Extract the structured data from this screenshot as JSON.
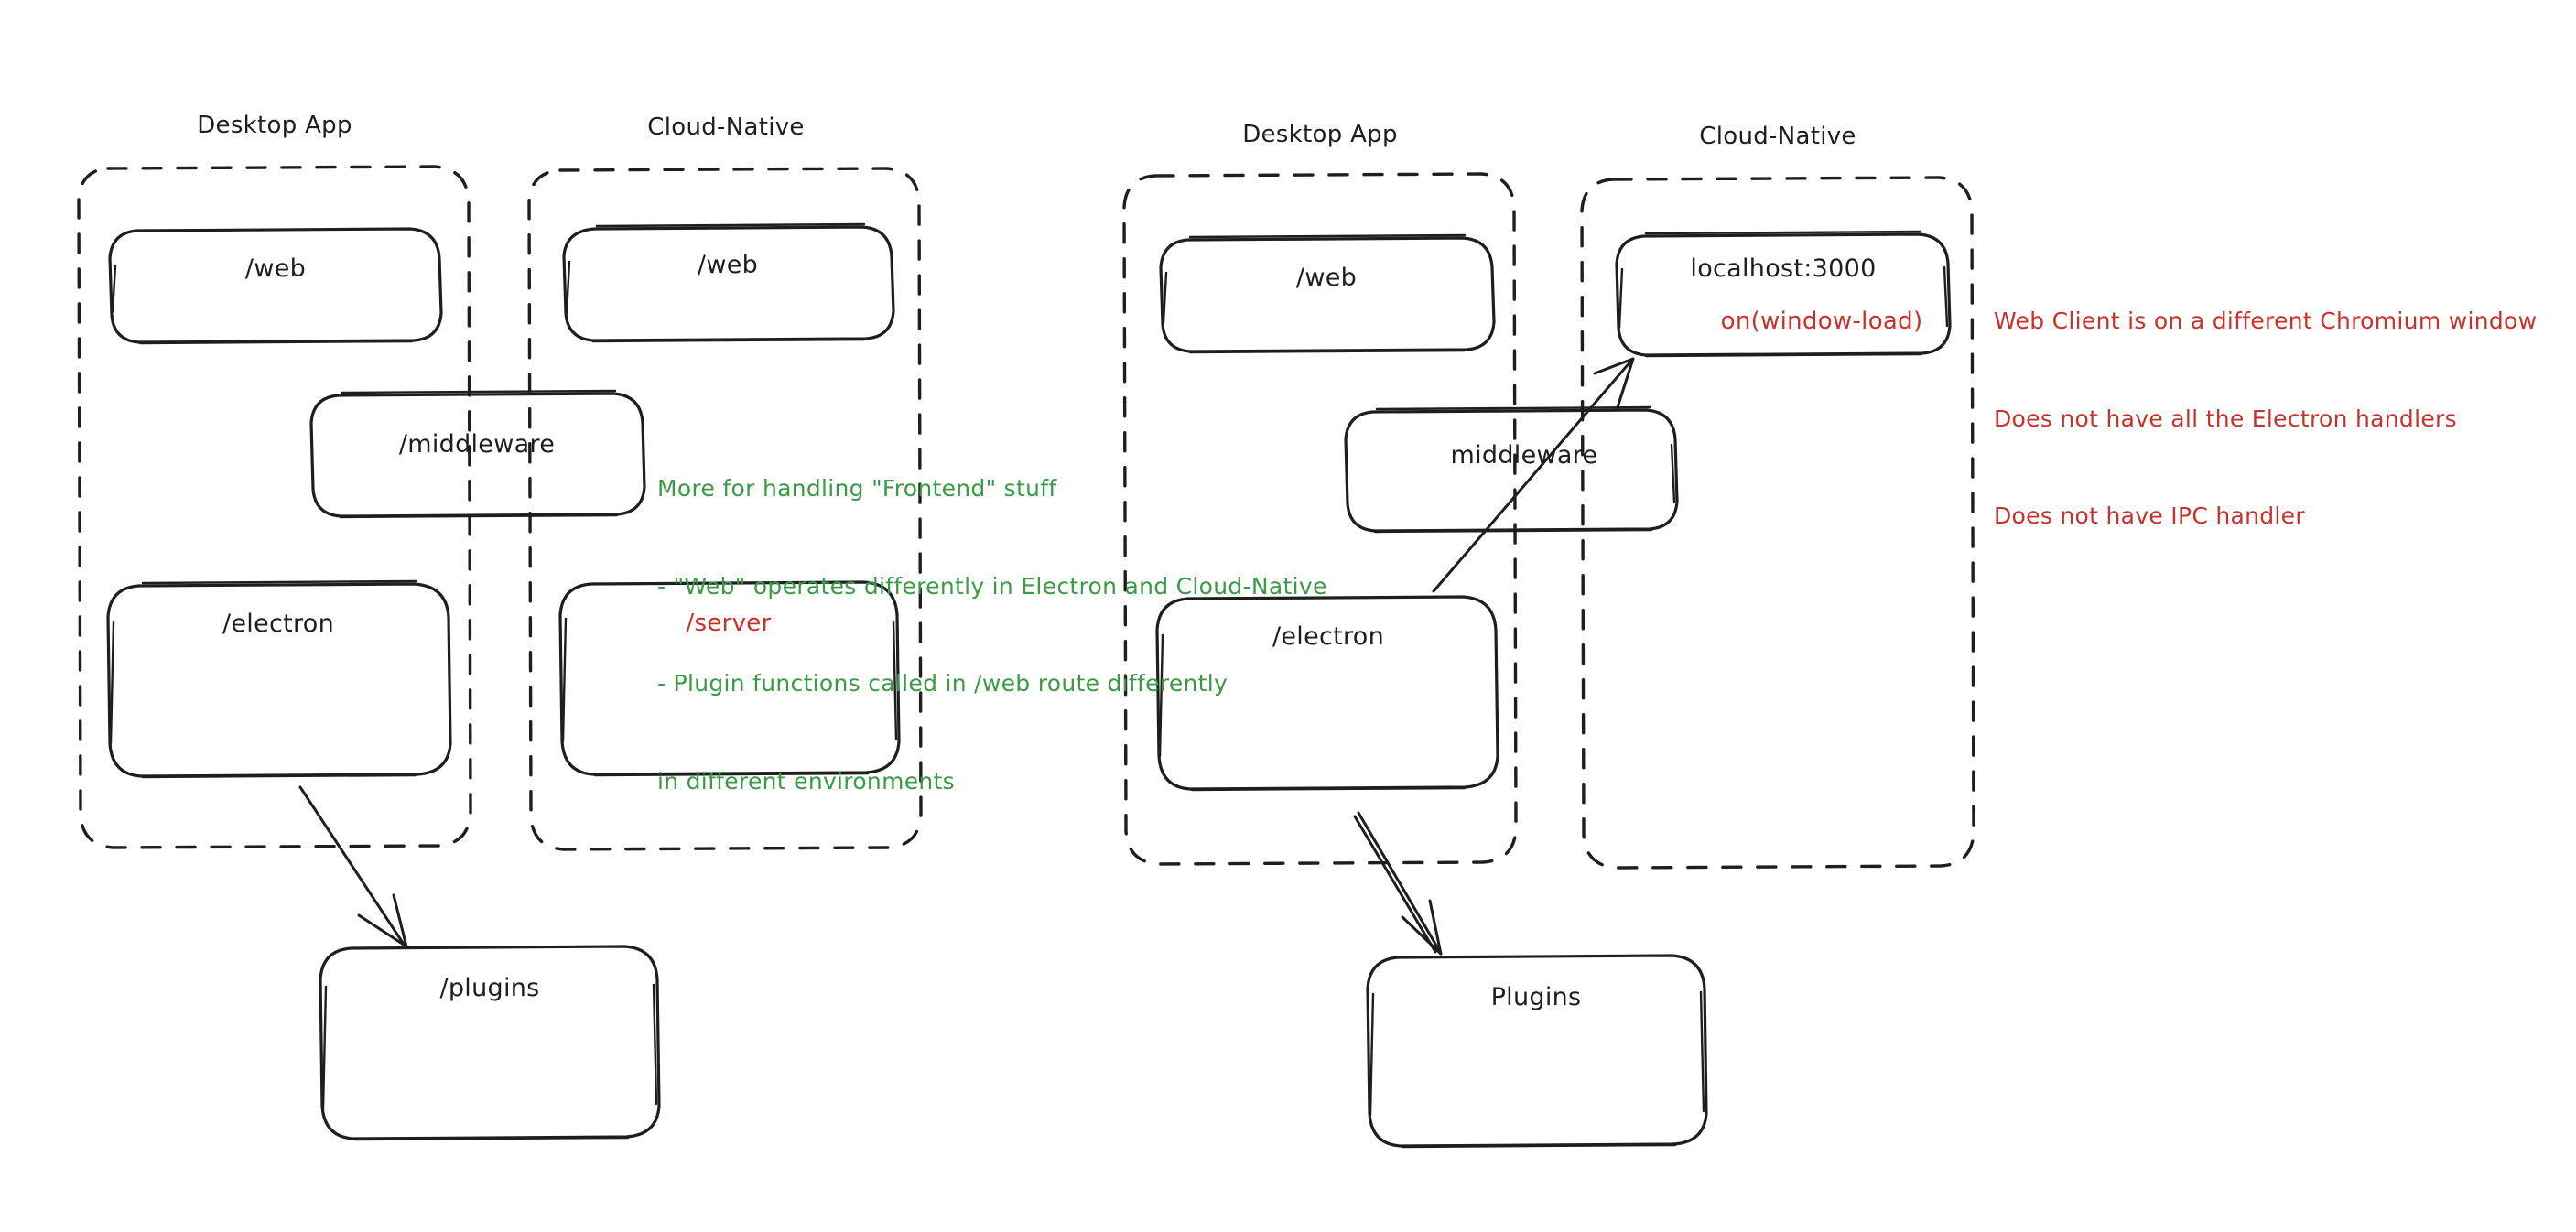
{
  "document": {
    "kind": "hand-drawn architecture diagram",
    "background": "#ffffff"
  },
  "palette": {
    "ink": "#1e1e1e",
    "green": "#3a9a46",
    "red": "#c9312b"
  },
  "diagrams": [
    {
      "id": "left-diagram",
      "groups": [
        {
          "id": "left-desktop-app",
          "title": "Desktop App",
          "nodes": [
            {
              "id": "left-desktop-web",
              "label": "/web",
              "color": "ink"
            },
            {
              "id": "left-desktop-electron",
              "label": "/electron",
              "color": "ink"
            }
          ]
        },
        {
          "id": "left-cloud-native",
          "title": "Cloud-Native",
          "nodes": [
            {
              "id": "left-cloud-web",
              "label": "/web",
              "color": "ink"
            },
            {
              "id": "left-cloud-server",
              "label": "/server",
              "color": "red"
            }
          ]
        }
      ],
      "shared_nodes": [
        {
          "id": "left-middleware",
          "label": "/middleware",
          "color": "ink"
        }
      ],
      "outside_nodes": [
        {
          "id": "left-plugins",
          "label": "/plugins",
          "color": "ink"
        }
      ],
      "arrows": [
        {
          "id": "left-electron-to-plugins",
          "from": "left-desktop-electron",
          "to": "left-plugins",
          "style": "single"
        }
      ]
    },
    {
      "id": "right-diagram",
      "groups": [
        {
          "id": "right-desktop-app",
          "title": "Desktop App",
          "nodes": [
            {
              "id": "right-desktop-web",
              "label": "/web",
              "color": "ink"
            },
            {
              "id": "right-desktop-electron",
              "label": "/electron",
              "color": "ink"
            }
          ]
        },
        {
          "id": "right-cloud-native",
          "title": "Cloud-Native",
          "nodes": [
            {
              "id": "right-localhost",
              "label": "localhost:3000",
              "sublabel": "on(window-load)",
              "color": "ink",
              "sublabel_color": "red"
            }
          ]
        }
      ],
      "shared_nodes": [
        {
          "id": "right-middleware",
          "label": "middleware",
          "color": "ink"
        }
      ],
      "outside_nodes": [
        {
          "id": "right-plugins",
          "label": "Plugins",
          "color": "ink"
        }
      ],
      "arrows": [
        {
          "id": "right-electron-to-localhost",
          "from": "right-desktop-electron",
          "to": "right-localhost",
          "style": "single-up"
        },
        {
          "id": "right-electron-to-plugins",
          "from": "right-desktop-electron",
          "to": "right-plugins",
          "style": "double"
        }
      ]
    }
  ],
  "annotations": [
    {
      "id": "green-note",
      "color": "green",
      "lines": [
        "More for handling \"Frontend\" stuff",
        "- \"Web\" operates differently in Electron and Cloud-Native",
        "- Plugin functions called in /web route differently",
        "in different environments"
      ]
    },
    {
      "id": "red-note",
      "color": "red",
      "lines": [
        "Web Client is on a different Chromium window",
        "Does not have all the Electron handlers",
        "Does not have IPC handler"
      ]
    }
  ],
  "labels": {
    "left": {
      "desktop_title": "Desktop App",
      "cloud_title": "Cloud-Native",
      "desktop_web": "/web",
      "cloud_web": "/web",
      "middleware": "/middleware",
      "electron": "/electron",
      "server": "/server",
      "plugins": "/plugins"
    },
    "right": {
      "desktop_title": "Desktop App",
      "cloud_title": "Cloud-Native",
      "desktop_web": "/web",
      "localhost": "localhost:3000",
      "on_window_load": "on(window-load)",
      "middleware": "middleware",
      "electron": "/electron",
      "plugins": "Plugins"
    },
    "notes": {
      "green_l1": "More for handling \"Frontend\" stuff",
      "green_l2": "- \"Web\" operates differently in Electron and Cloud-Native",
      "green_l3": "- Plugin functions called in /web route differently",
      "green_l4": "in different environments",
      "red_l1": "Web Client is on a different Chromium window",
      "red_l2": "Does not have all the Electron handlers",
      "red_l3": "Does not have IPC handler"
    }
  }
}
